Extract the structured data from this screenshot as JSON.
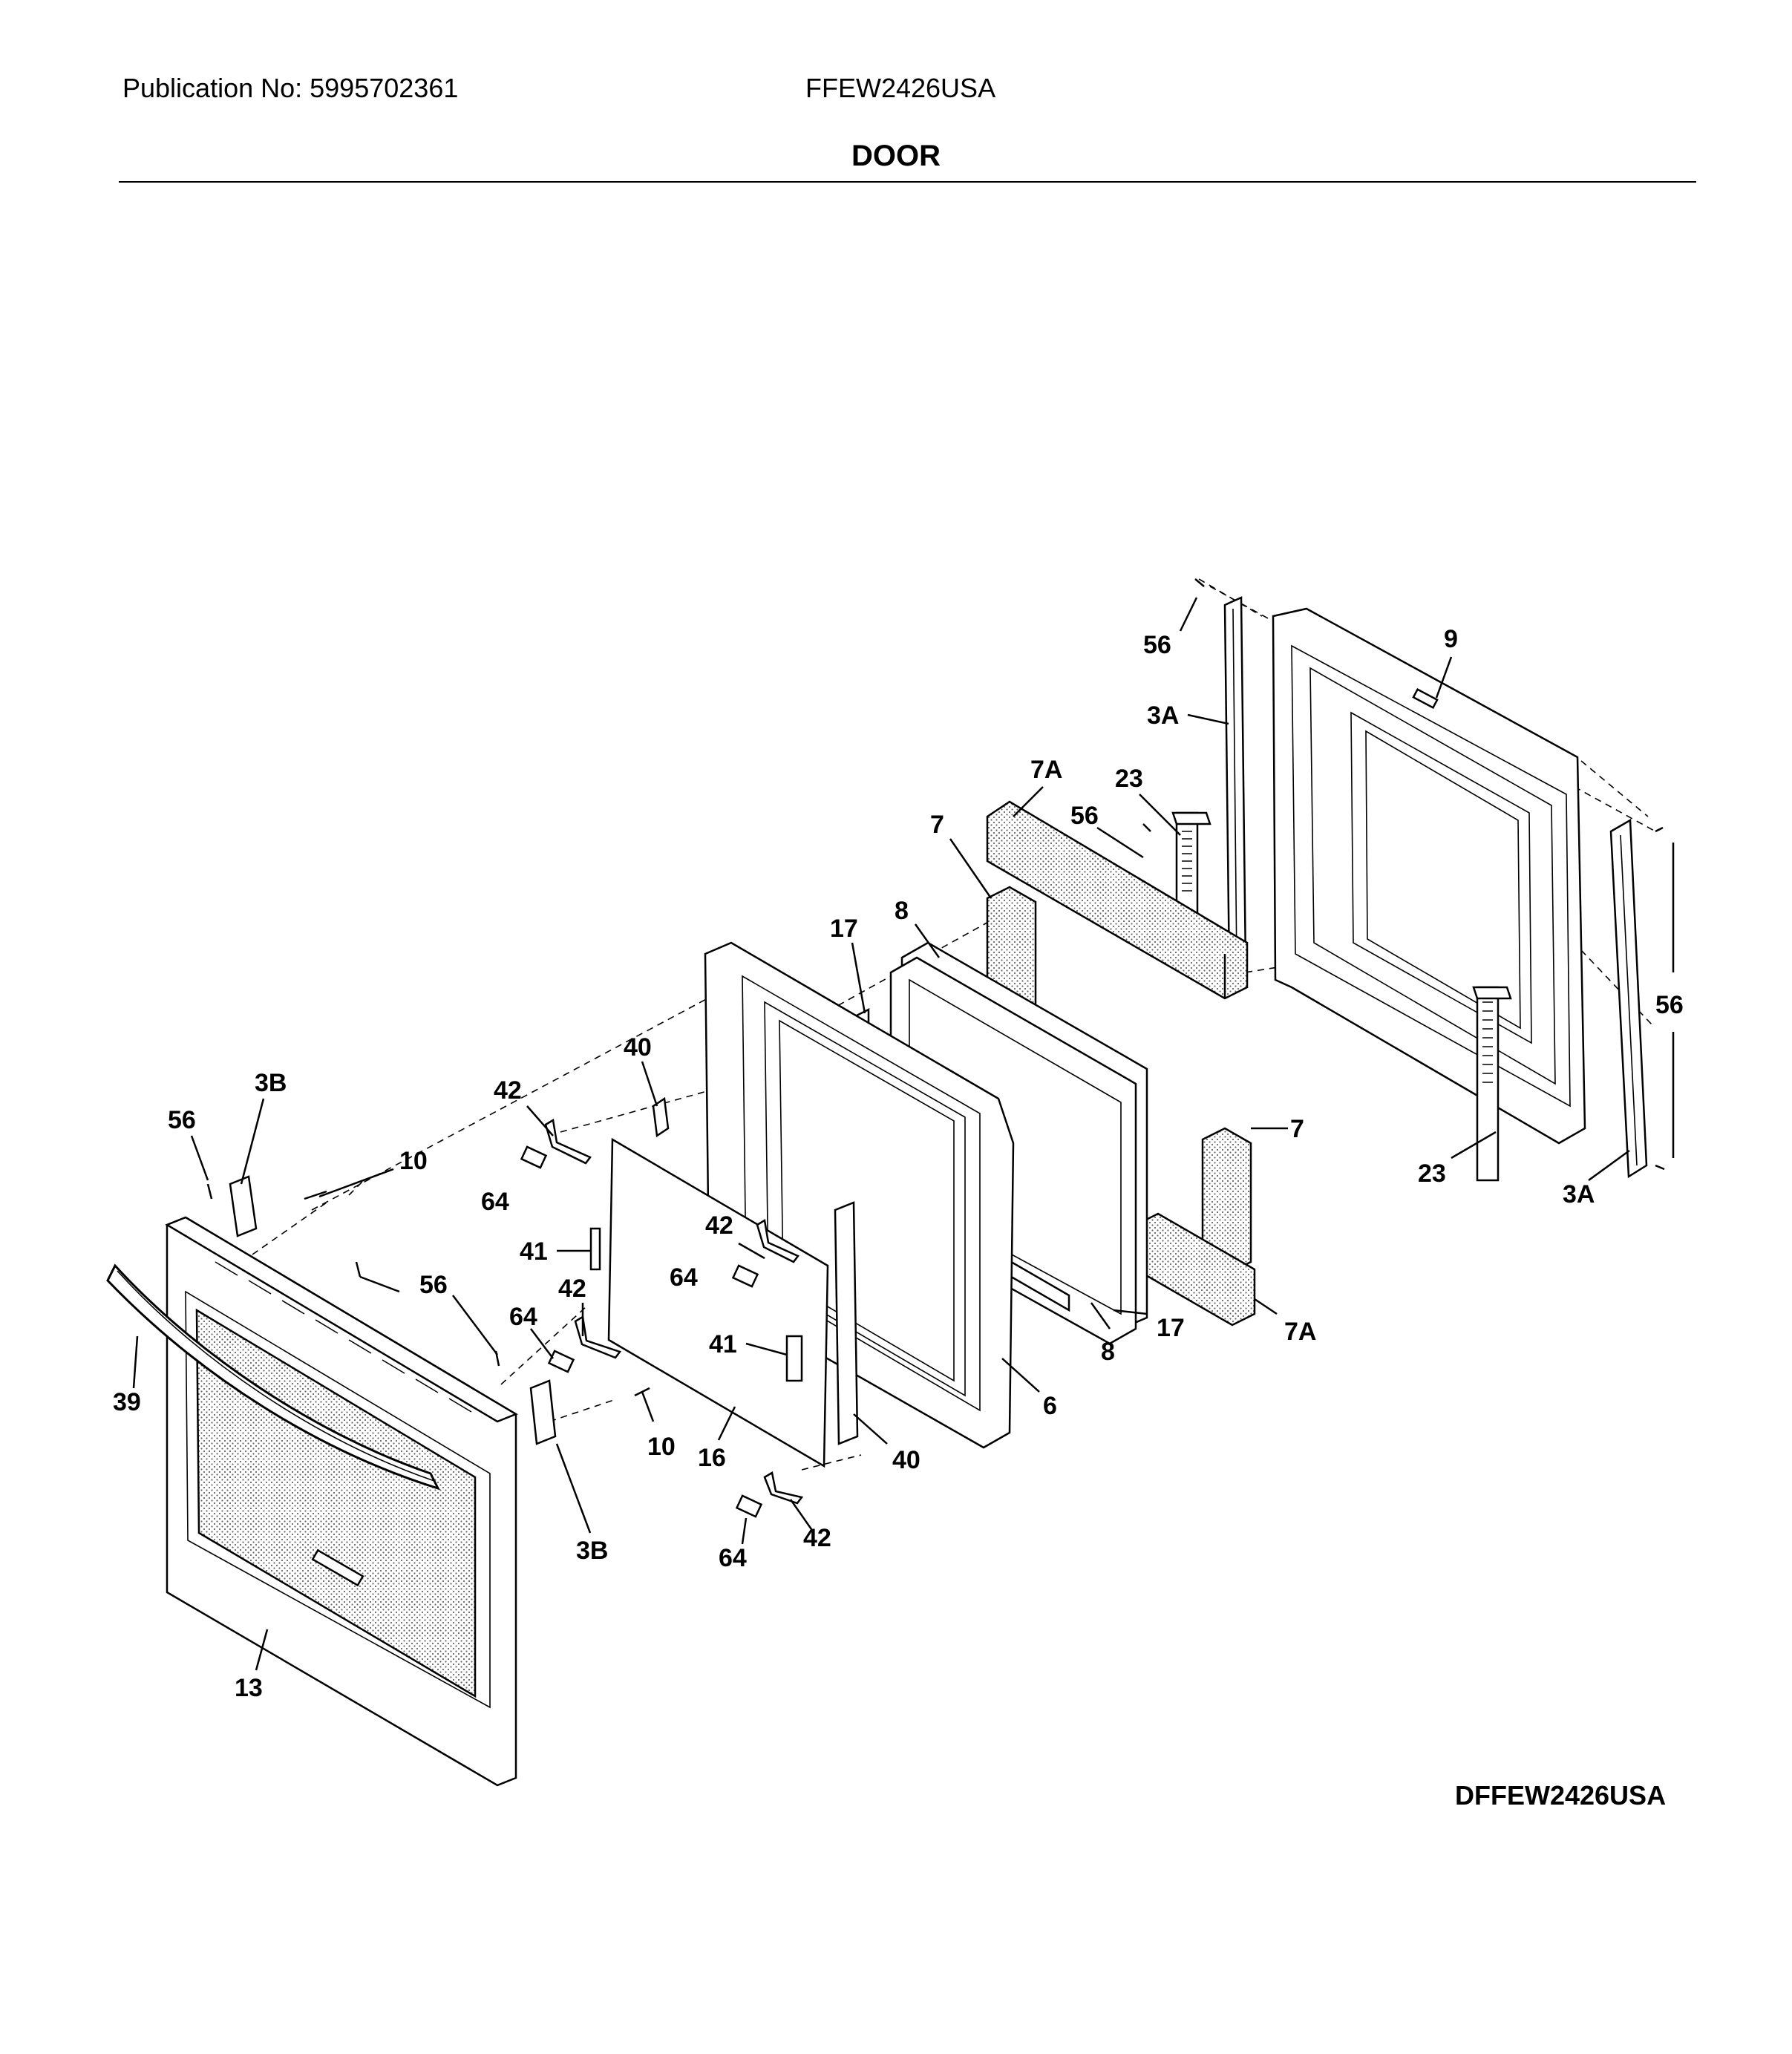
{
  "header": {
    "publication": "Publication No: 5995702361",
    "model": "FFEW2426USA",
    "title": "DOOR"
  },
  "footer": {
    "diagram_code": "DFFEW2426USA"
  },
  "callouts": {
    "c_56a": "56",
    "c_9": "9",
    "c_3A_top": "3A",
    "c_7A_top": "7A",
    "c_23_top": "23",
    "c_56b": "56",
    "c_7_top": "7",
    "c_8_top": "8",
    "c_17_top": "17",
    "c_56_right": "56",
    "c_40_top": "40",
    "c_42_a": "42",
    "c_3B_top": "3B",
    "c_56_c": "56",
    "c_10_top": "10",
    "c_7_right": "7",
    "c_64_a": "64",
    "c_23_bot": "23",
    "c_3A_bot": "3A",
    "c_42_b": "42",
    "c_41_a": "41",
    "c_64_b": "64",
    "c_42_c": "42",
    "c_56_d": "56",
    "c_64_c": "64",
    "c_41_b": "41",
    "c_17_bot": "17",
    "c_7A_bot": "7A",
    "c_8_bot": "8",
    "c_39": "39",
    "c_6": "6",
    "c_10_bot": "10",
    "c_16": "16",
    "c_40_bot": "40",
    "c_3B_bot": "3B",
    "c_42_d": "42",
    "c_64_d": "64",
    "c_13": "13"
  }
}
